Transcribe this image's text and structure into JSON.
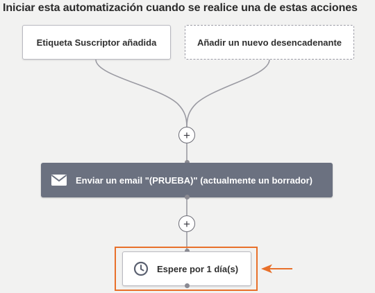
{
  "header": {
    "title": "Iniciar esta automatización cuando se realice una de estas acciones"
  },
  "triggers": [
    {
      "label": "Etiqueta Suscriptor añadida"
    },
    {
      "label": "Añadir un nuevo desencadenante"
    }
  ],
  "add_step": {
    "symbol": "+"
  },
  "steps": [
    {
      "label": "Enviar un email \"(PRUEBA)\" (actualmente un borrador)",
      "icon": "envelope-icon"
    },
    {
      "label": "Espere por 1 día(s)",
      "icon": "clock-icon"
    }
  ],
  "colors": {
    "accent": "#e8702a",
    "email_step_bg": "#6b7180",
    "connector": "#8a8a92",
    "background": "#f2f2f1"
  }
}
